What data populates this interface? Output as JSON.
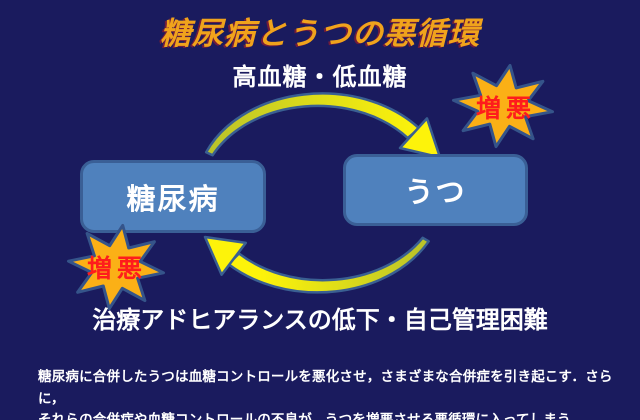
{
  "title": "糖尿病とうつの悪循環",
  "cycle": {
    "top_label": "高血糖・低血糖",
    "bottom_label": "治療アドヒアランスの低下・自己管理困難",
    "left_node": "糖尿病",
    "right_node": "うつ",
    "badge_top_right": "増悪",
    "badge_bottom_left": "増悪"
  },
  "footnote": {
    "line1": "糖尿病に合併したうつは血糖コントロールを悪化させ，さまざまな合併症を引き起こす．さらに，",
    "line2": "それらの合併症や血糖コントロールの不良が，うつを増悪させる悪循環に入ってしまう．"
  },
  "colors": {
    "background": "#1a1b5e",
    "title": "#f0a31c",
    "text_white": "#ffffff",
    "box_fill": "#4f81bd",
    "box_border": "#3a5f96",
    "star_fill": "#fbb016",
    "star_border": "#35548a",
    "star_text": "#fe1c1c",
    "arrow_yellow": "#fdf30a",
    "arrow_olive": "#b9c22a",
    "arrow_outline": "#3a5f92"
  }
}
